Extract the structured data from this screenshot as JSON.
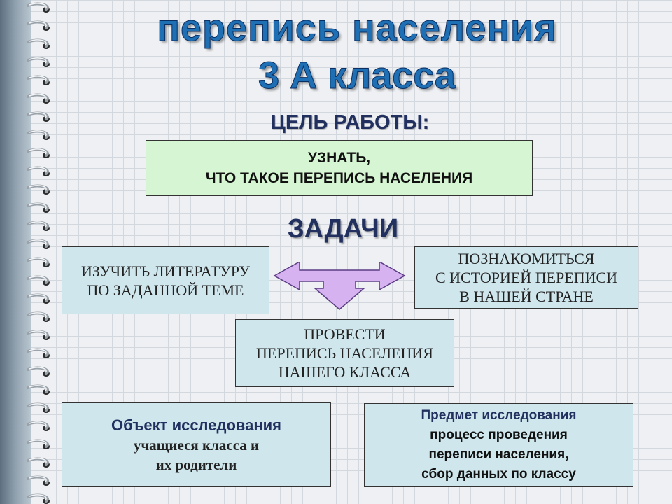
{
  "title": {
    "line1": "перепись населения",
    "line2": "3 А класса"
  },
  "goal": {
    "heading": "ЦЕЛЬ РАБОТЫ:",
    "line1": "УЗНАТЬ,",
    "line2": "ЧТО ТАКОЕ ПЕРЕПИСЬ НАСЕЛЕНИЯ"
  },
  "tasks": {
    "heading": "ЗАДАЧИ",
    "left": [
      "ИЗУЧИТЬ ЛИТЕРАТУРУ",
      "ПО ЗАДАННОЙ ТЕМЕ"
    ],
    "right": [
      "ПОЗНАКОМИТЬСЯ",
      "С ИСТОРИЕЙ ПЕРЕПИСИ",
      "В НАШЕЙ СТРАНЕ"
    ],
    "bottom": [
      "ПРОВЕСТИ",
      "ПЕРЕПИСЬ НАСЕЛЕНИЯ",
      "НАШЕГО КЛАССА"
    ]
  },
  "object": {
    "title": "Объект исследования",
    "lines": [
      "учащиеся класса и",
      "их родители"
    ]
  },
  "subject": {
    "title": "Предмет исследования",
    "lines": [
      "процесс проведения",
      "переписи населения,",
      "сбор данных по классу"
    ]
  },
  "colors": {
    "title": "#1e6fb3",
    "heading": "#22305f",
    "green_box": "#d6f5d3",
    "blue_box": "#cfe6ec",
    "arrow": "#d6b3f0"
  },
  "icons": {
    "binding": "spiral-binding",
    "arrow": "three-way-arrow"
  }
}
